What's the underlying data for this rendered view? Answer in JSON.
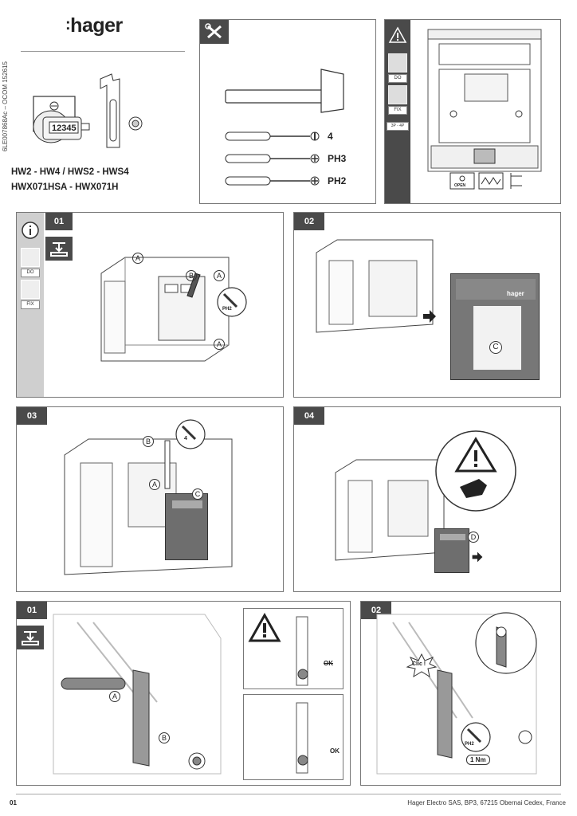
{
  "brand": "hager",
  "doc_code": "6LE007868Ac – OCOM 152615",
  "product_line1": "HW2 - HW4 / HWS2 - HWS4",
  "product_line2": "HWX071HSA - HWX071H",
  "counter_display": "12345",
  "tools": [
    {
      "label": "4"
    },
    {
      "label": "PH3"
    },
    {
      "label": "PH2"
    }
  ],
  "warning_panel": {
    "badge_do": "DO",
    "badge_fix": "FIX",
    "badge_poles": "3P - 4P",
    "open_label": "OPEN"
  },
  "steps_top": [
    {
      "number": "01",
      "badge_do": "DO",
      "badge_fix": "FIX",
      "tool_text": "PH2"
    },
    {
      "number": "02",
      "front_brand": "hager"
    },
    {
      "number": "03",
      "tool_text": "4"
    },
    {
      "number": "04"
    }
  ],
  "steps_bottom": [
    {
      "number": "01",
      "ok1": "OK",
      "ok2": "OK"
    },
    {
      "number": "02",
      "click_text": "Clic !",
      "tool_text": "PH2",
      "torque": "1 Nm"
    }
  ],
  "callouts": {
    "a": "A",
    "b": "B",
    "c": "C",
    "d": "D"
  },
  "footer": {
    "page": "01",
    "address": "Hager Electro SAS, BP3, 67215 Obernai Cedex, France"
  },
  "colors": {
    "dark": "#4a4a4a",
    "sidebar": "#cfcfcf",
    "part": "#6e6e6e"
  }
}
